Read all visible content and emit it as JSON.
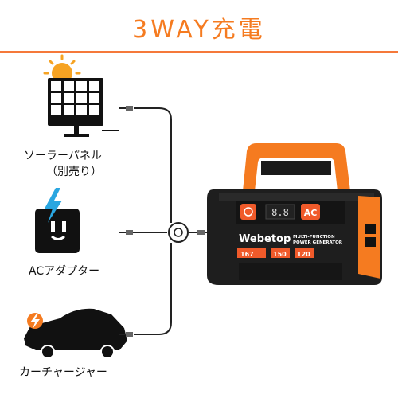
{
  "header": {
    "title": "3WAY充電"
  },
  "sources": [
    {
      "label_line1": "ソーラーパネル",
      "label_line2": "（別売り）",
      "icon": "solar-panel-icon"
    },
    {
      "label_line1": "ACアダプター",
      "icon": "ac-outlet-icon"
    },
    {
      "label_line1": "カーチャージャー",
      "icon": "car-icon"
    }
  ],
  "device": {
    "brand": "Webetop",
    "subtitle_line1": "MULTI-FUNCTION",
    "subtitle_line2": "POWER GENERATOR",
    "ac_button": "AC",
    "capacity_1": "167",
    "capacity_2": "150",
    "capacity_3": "120",
    "display_text": "8.8"
  },
  "colors": {
    "accent": "#f57b20",
    "device_body": "#1e1e1e",
    "line": "#222222"
  }
}
